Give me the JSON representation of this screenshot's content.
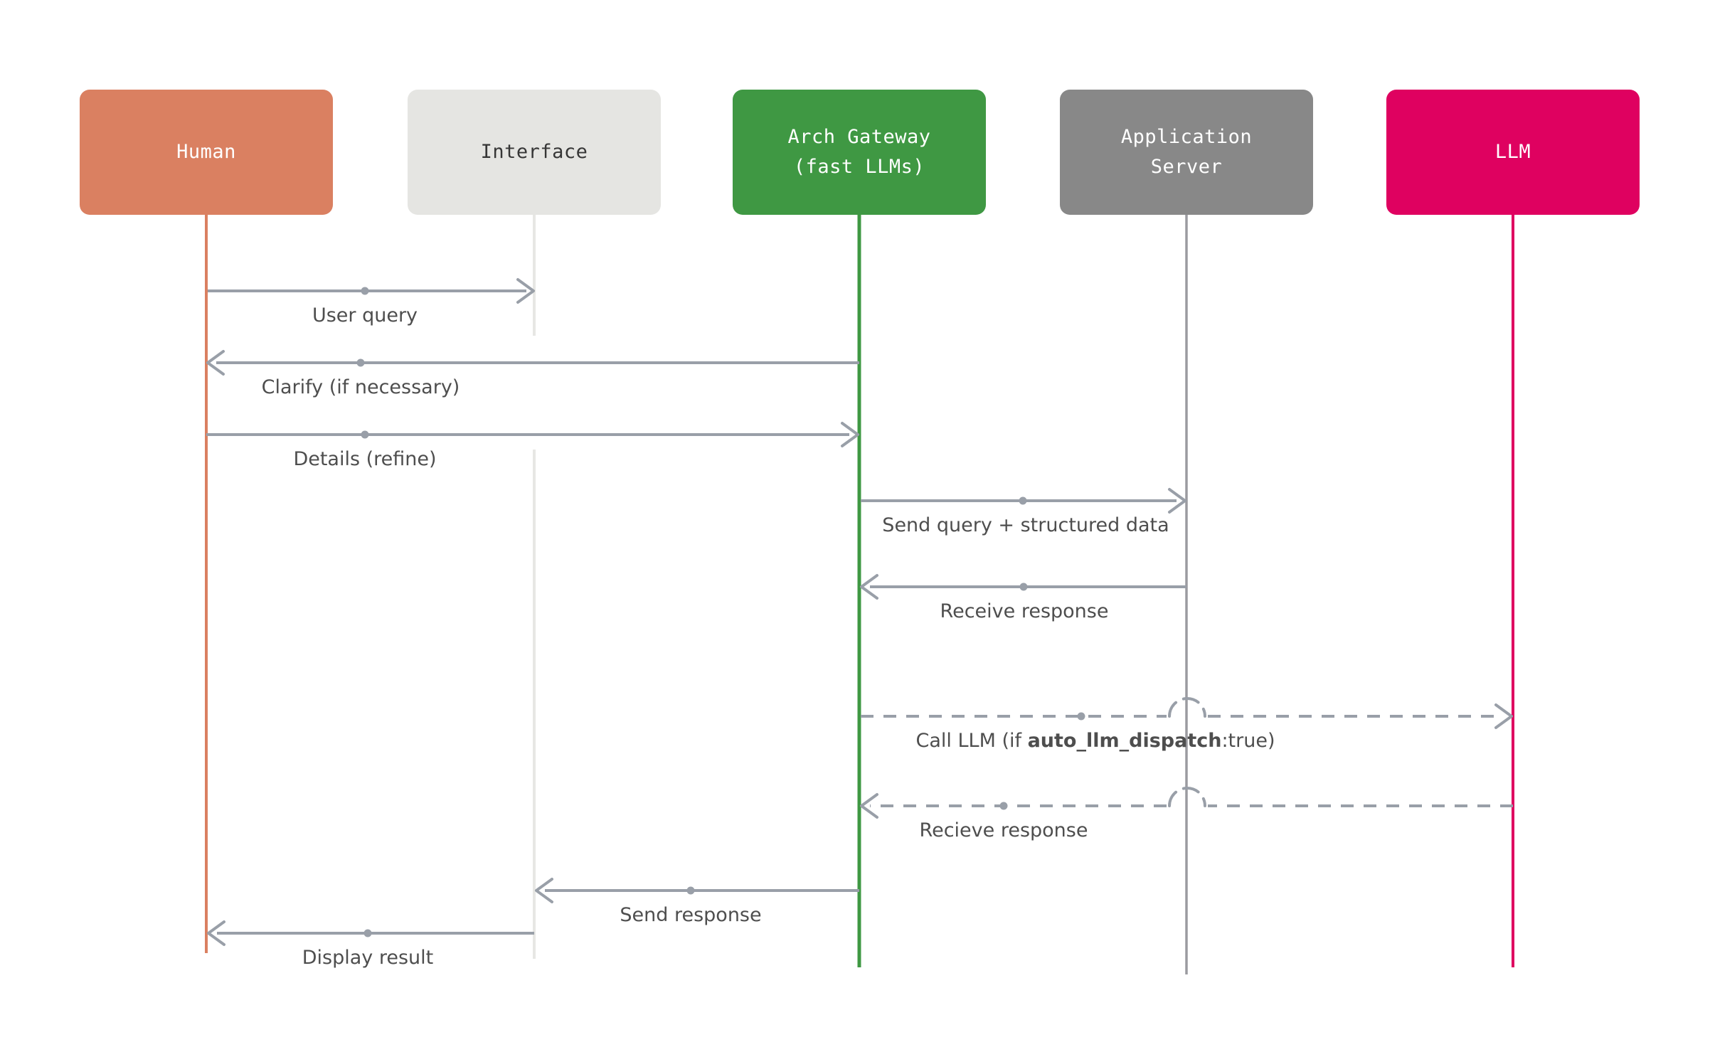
{
  "actors": [
    {
      "id": "human",
      "label": "Human"
    },
    {
      "id": "interface",
      "label": "Interface"
    },
    {
      "id": "arch-gateway",
      "label": "Arch Gateway\n(fast LLMs)"
    },
    {
      "id": "application-server",
      "label": "Application\nServer"
    },
    {
      "id": "llm",
      "label": "LLM"
    }
  ],
  "messages": [
    {
      "label": "User query",
      "from": "Human",
      "to": "Interface",
      "line": "solid"
    },
    {
      "label": "Clarify (if necessary)",
      "from": "Arch Gateway (fast LLMs)",
      "to": "Human",
      "line": "solid"
    },
    {
      "label": "Details (refine)",
      "from": "Human",
      "to": "Arch Gateway (fast LLMs)",
      "line": "solid"
    },
    {
      "label": "Send query + structured data",
      "from": "Arch Gateway (fast LLMs)",
      "to": "Application Server",
      "line": "solid"
    },
    {
      "label": "Receive response",
      "from": "Application Server",
      "to": "Arch Gateway (fast LLMs)",
      "line": "solid"
    },
    {
      "label_prefix": "Call LLM (if ",
      "label_bold": "auto_llm_dispatch",
      "label_suffix": ":true)",
      "from": "Arch Gateway (fast LLMs)",
      "to": "LLM",
      "line": "dashed"
    },
    {
      "label": "Recieve response",
      "from": "LLM",
      "to": "Arch Gateway (fast LLMs)",
      "line": "dashed"
    },
    {
      "label": "Send response",
      "from": "Arch Gateway (fast LLMs)",
      "to": "Interface",
      "line": "solid"
    },
    {
      "label": "Display result",
      "from": "Interface",
      "to": "Human",
      "line": "solid"
    }
  ],
  "colors": {
    "background": "#FFFFFF",
    "human-fill": "#DA8061",
    "interface-fill": "#E5E5E2",
    "gateway-fill": "#3F9843",
    "appserver-fill": "#888888",
    "llm-fill": "#DF0160",
    "actor-text-light": "#FFFFFF",
    "actor-text-dark": "#363636",
    "arrow": "#999FA8",
    "label-text": "#4E4E4E",
    "interface-lifeline": "#E7E7E4",
    "appserver-lifeline": "#9B9BA0"
  }
}
